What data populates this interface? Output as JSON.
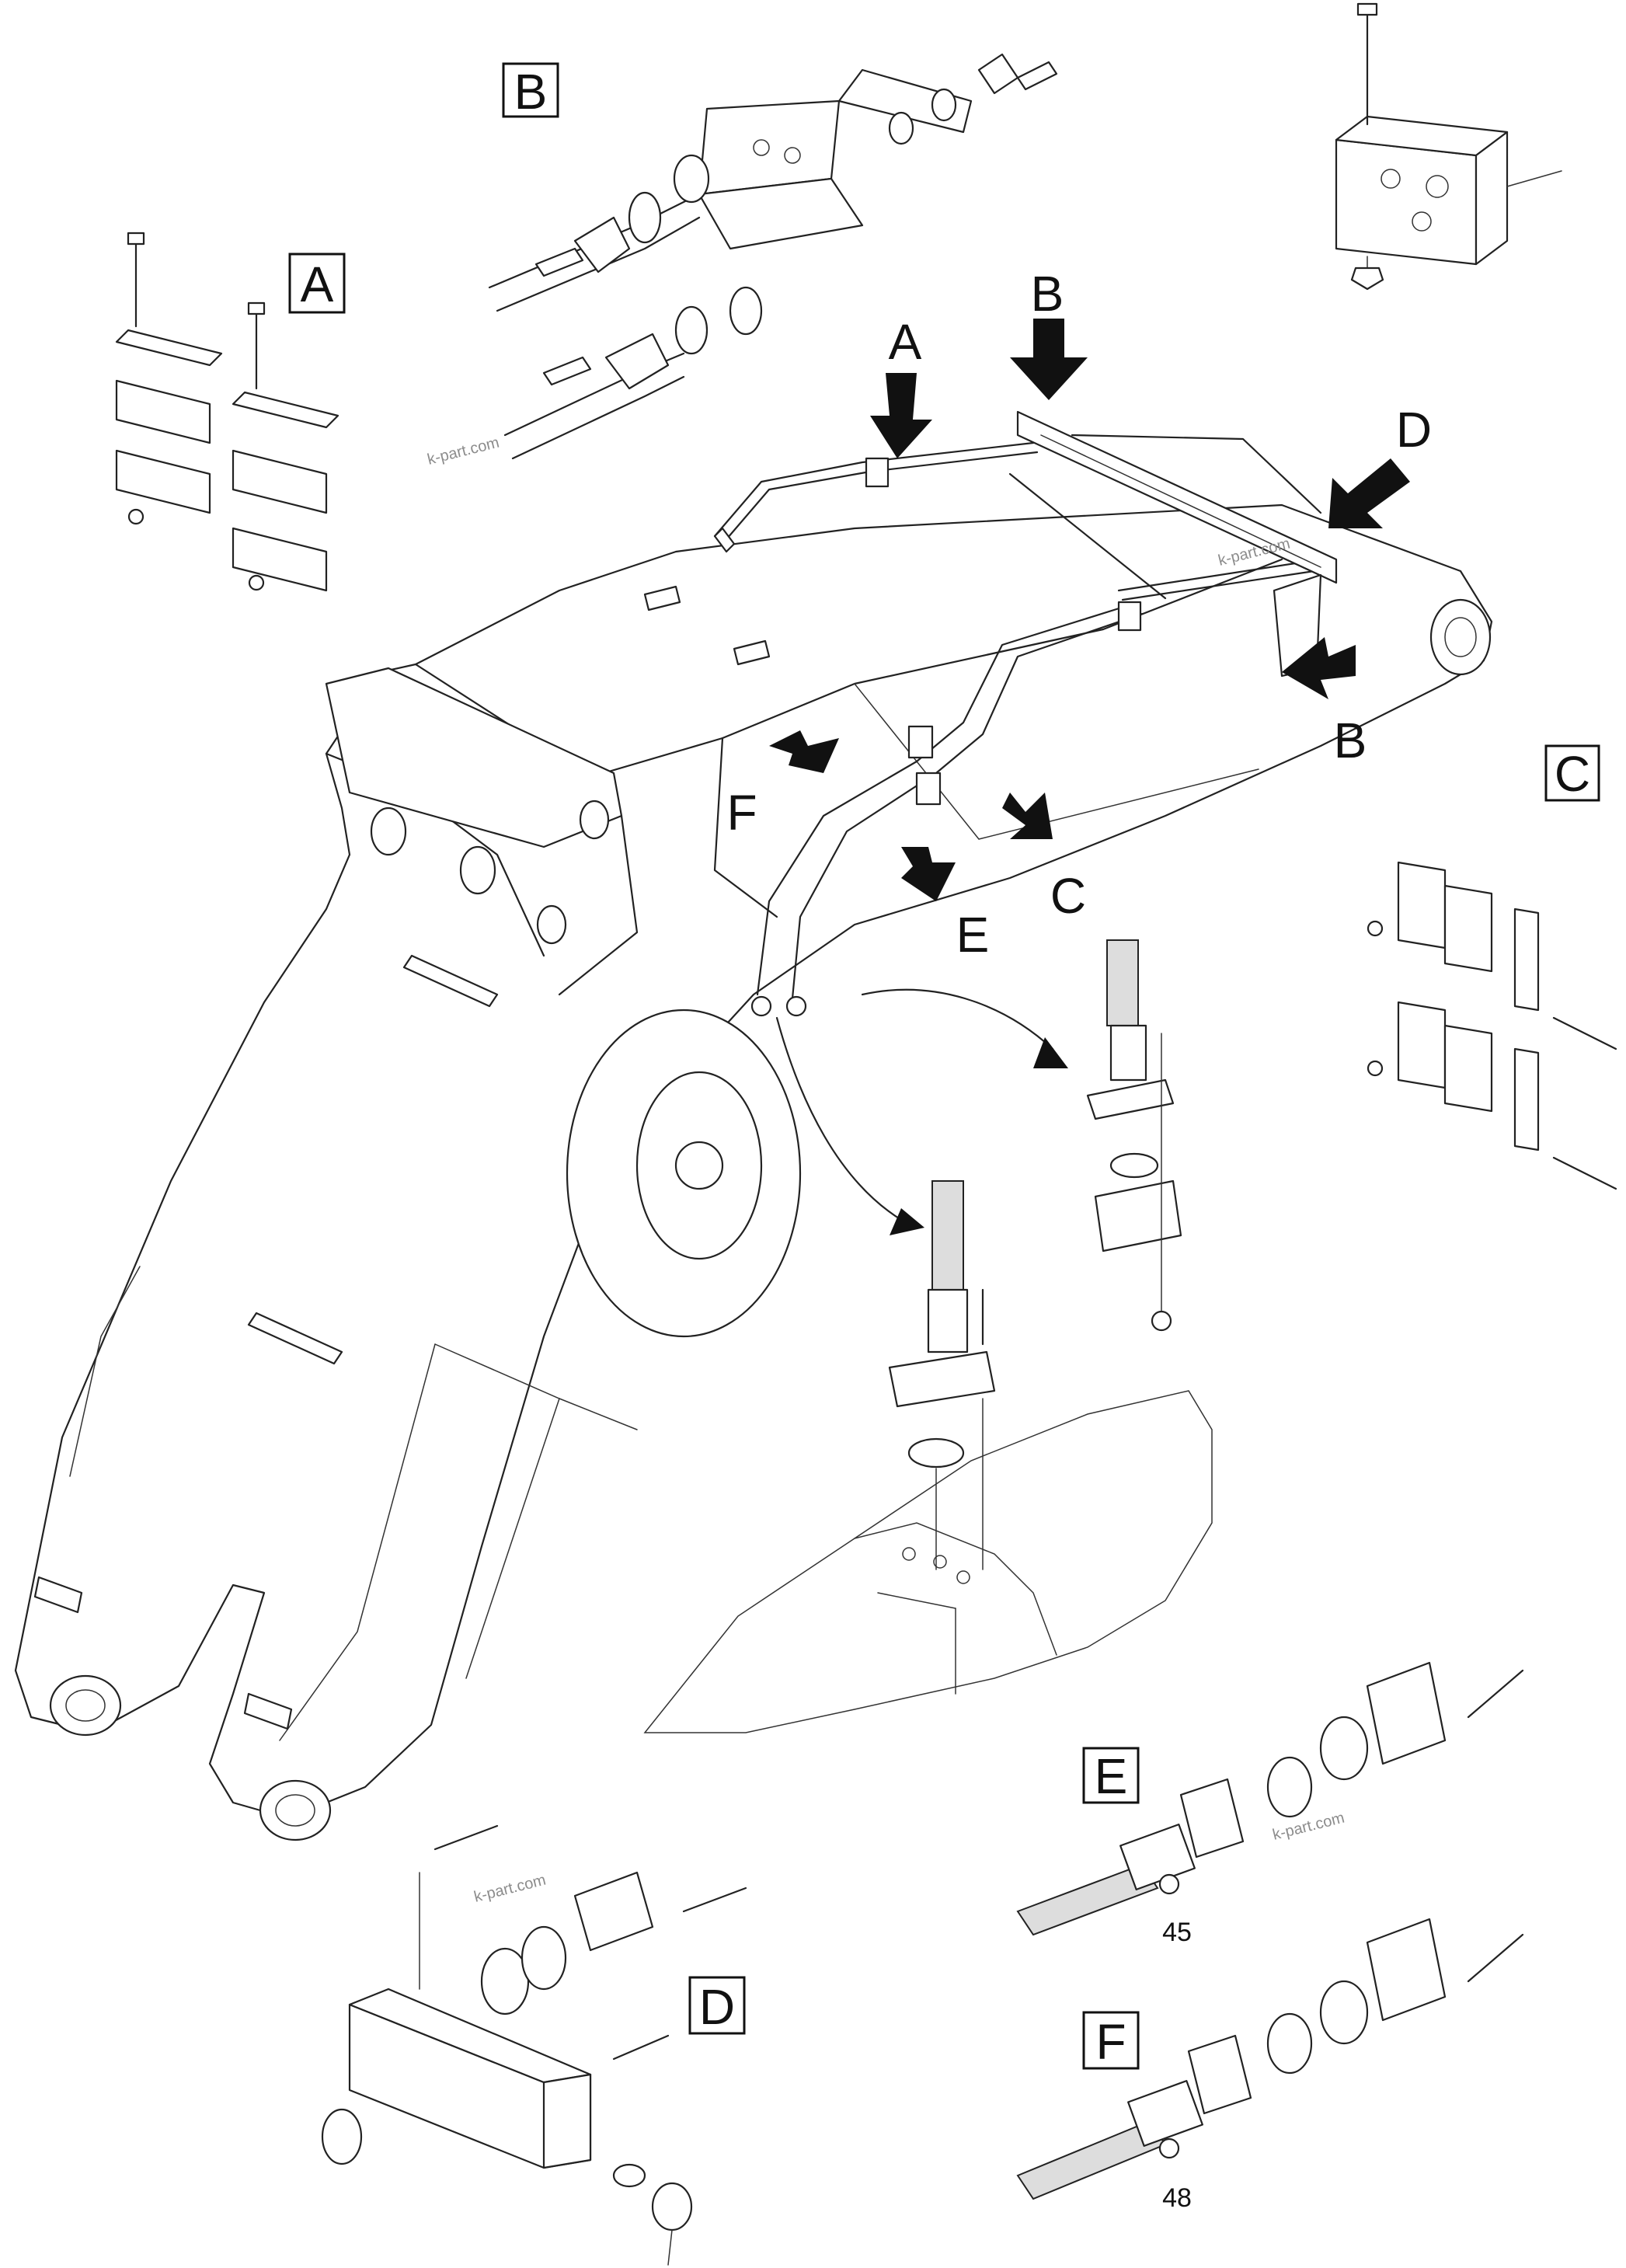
{
  "detail_labels": {
    "A": "A",
    "B": "B",
    "C": "C",
    "D": "D",
    "E": "E",
    "F": "F"
  },
  "pointer_labels": {
    "A": "A",
    "B_top": "B",
    "B_lower": "B",
    "C": "C",
    "D": "D",
    "E": "E",
    "F": "F"
  },
  "part_numbers": {
    "detail_e": "45",
    "detail_f": "48"
  },
  "watermark": "k-part.com",
  "colors": {
    "line": "#222222",
    "arrow": "#111111",
    "watermark": "#8c8c8c"
  }
}
